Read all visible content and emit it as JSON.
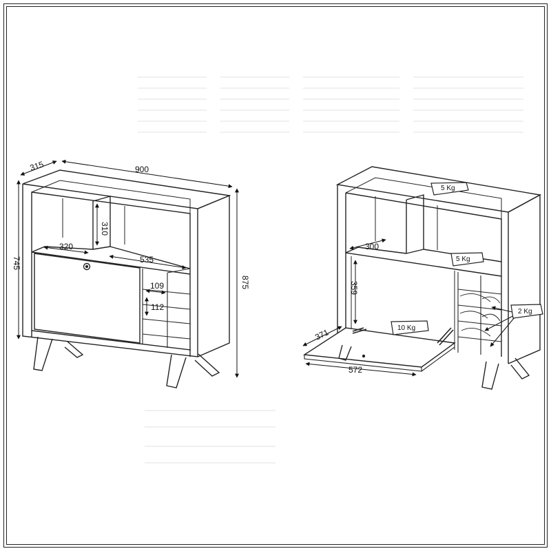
{
  "diagram": {
    "front_view": {
      "depth": "315",
      "width": "900",
      "height_body": "745",
      "height_total": "875",
      "niche_height": "310",
      "niche_width": "320",
      "shelf_width": "535",
      "bottle_width": "109",
      "bottle_height": "112"
    },
    "open_view": {
      "shelf_depth": "300",
      "compartment_height": "359",
      "flap_depth": "371",
      "flap_width": "572",
      "load_top": "5 Kg",
      "load_shelf": "5 Kg",
      "load_flap": "10 Kg",
      "load_rack": "2 Kg"
    }
  },
  "colors": {
    "line": "#222222",
    "background": "#ffffff"
  }
}
